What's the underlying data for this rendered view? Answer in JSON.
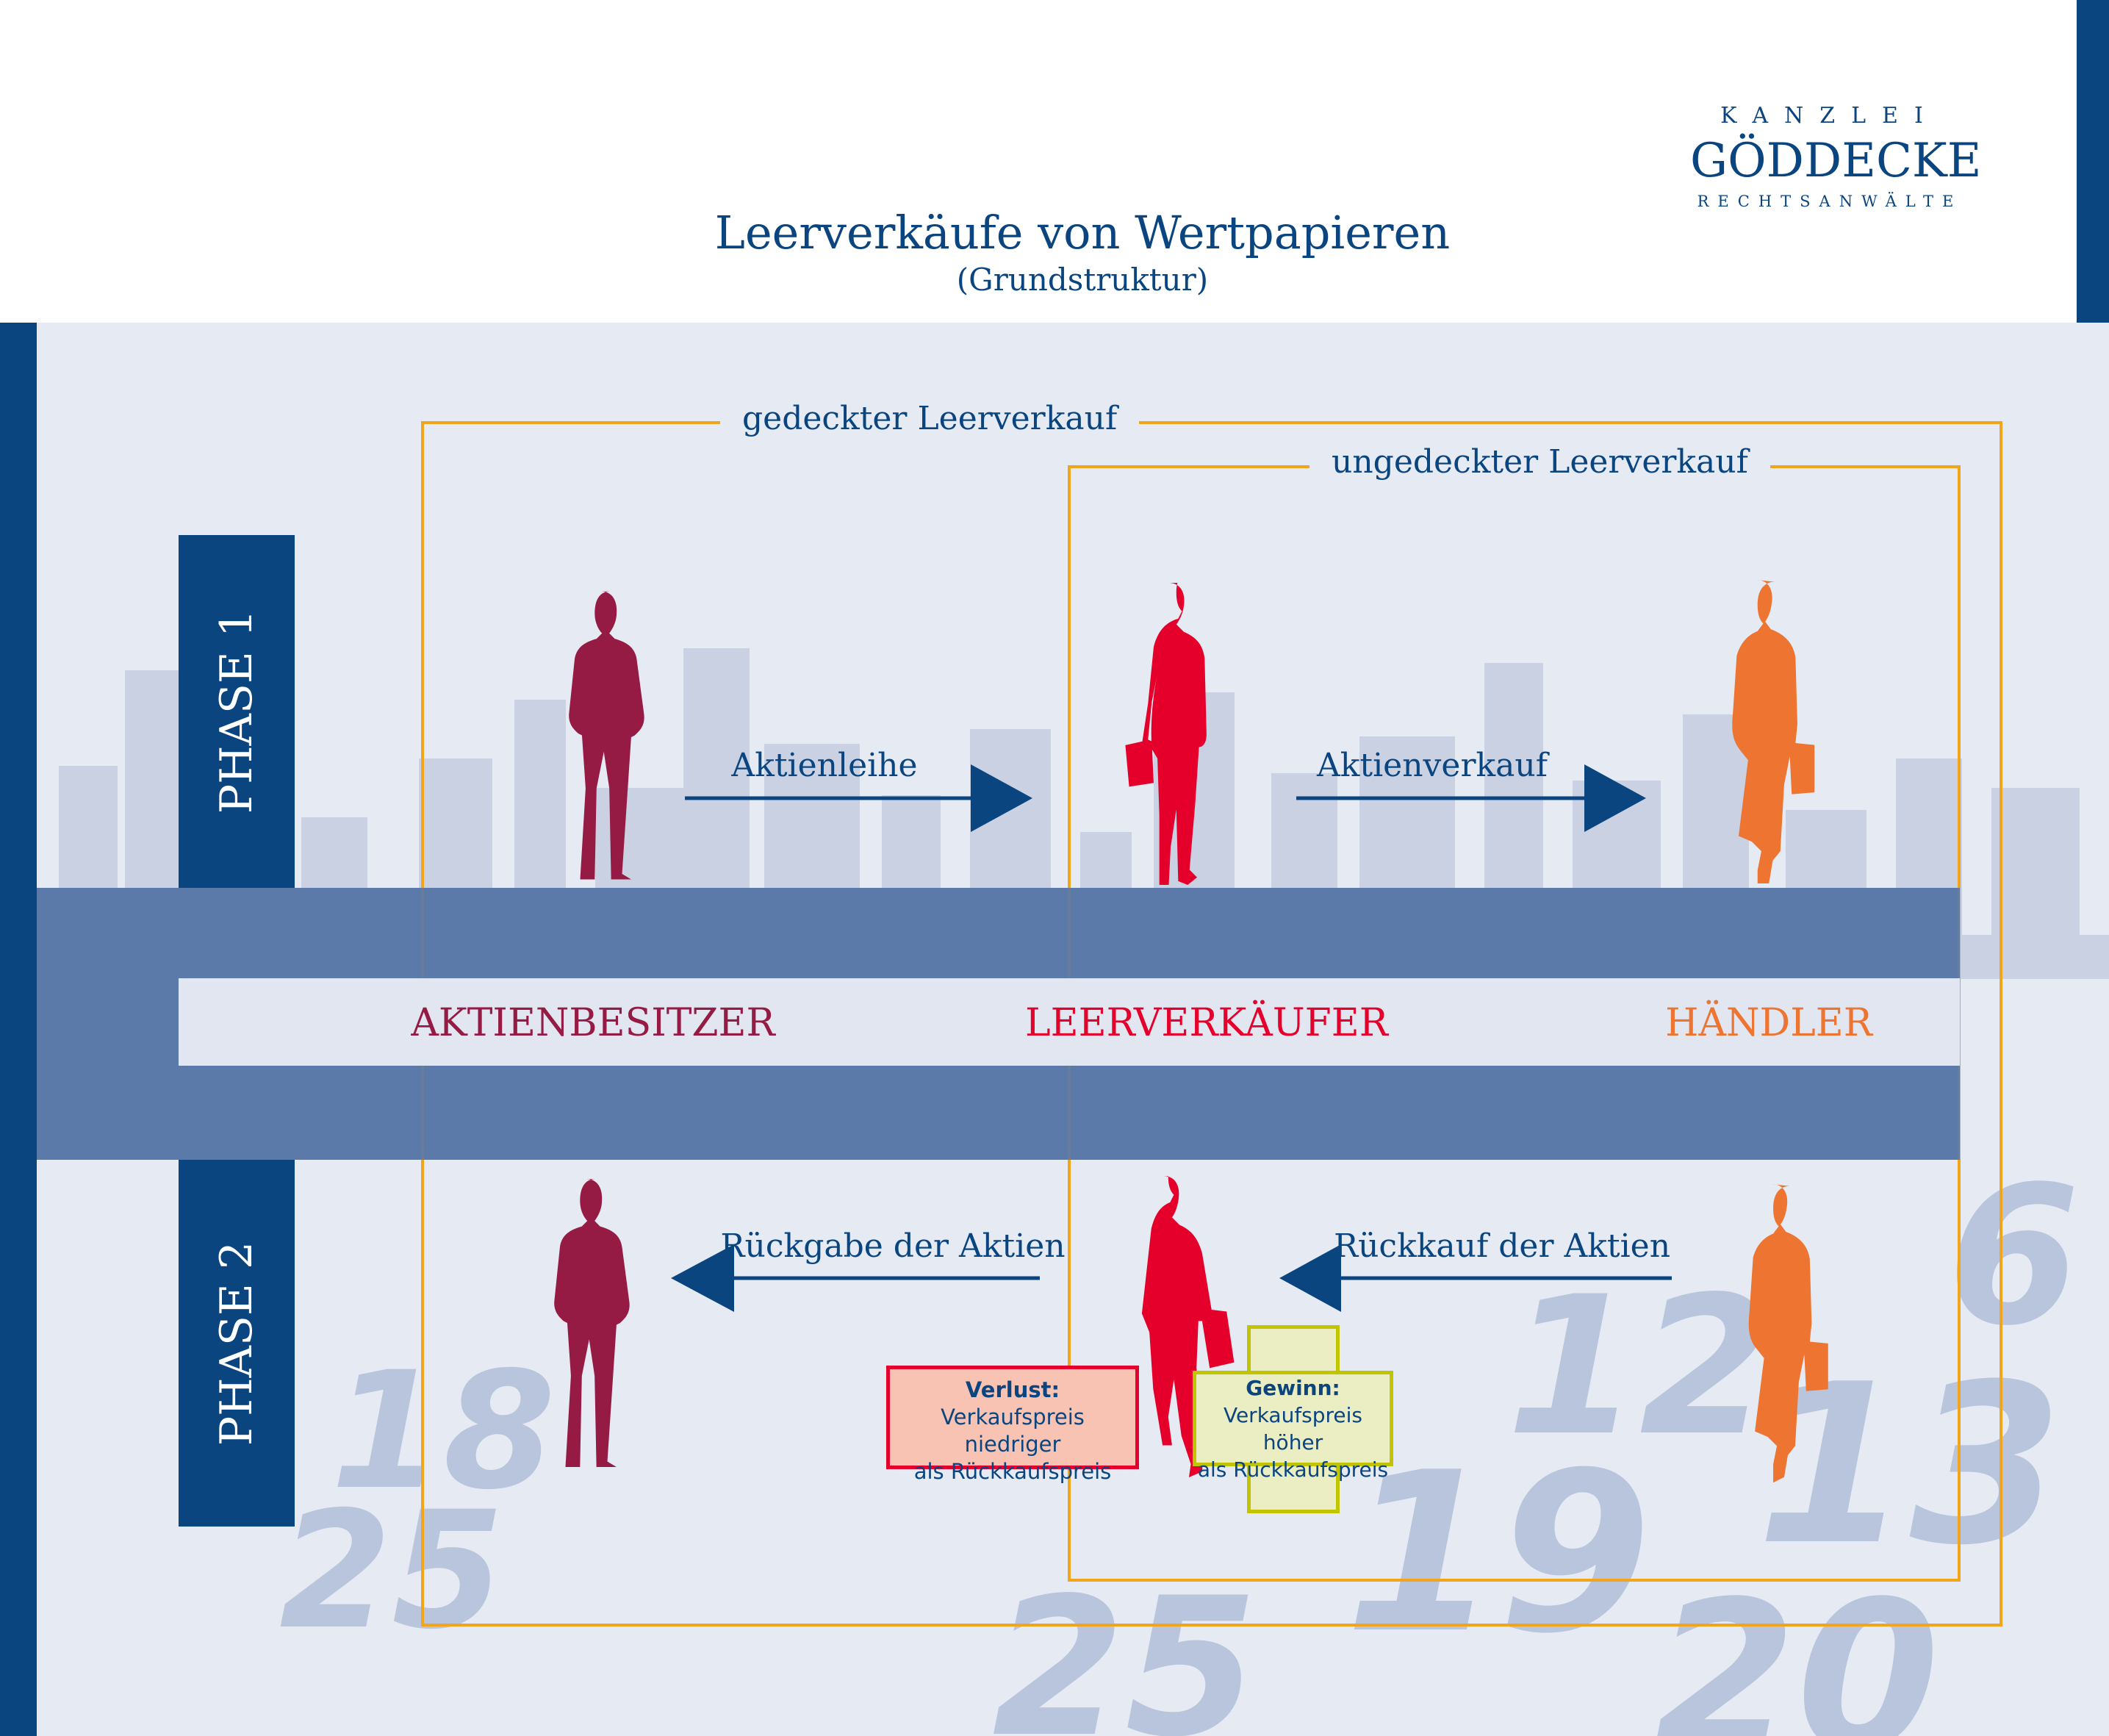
{
  "header": {
    "title": "Leerverkäufe von Wertpapieren",
    "subtitle": "(Grundstruktur)"
  },
  "logo": {
    "line1": "KANZLEI",
    "line2": "GÖDDECKE",
    "line3": "RECHTSANWÄLTE"
  },
  "phases": [
    "PHASE 1",
    "PHASE 2"
  ],
  "frames": {
    "covered": "gedeckter Leerverkauf",
    "uncovered": "ungedeckter Leerverkauf"
  },
  "roles": {
    "owner": "AKTIENBESITZER",
    "short_seller": "LEERVERKÄUFER",
    "dealer": "HÄNDLER"
  },
  "arrows": {
    "lend": "Aktienleihe",
    "sell": "Aktienverkauf",
    "return": "Rückgabe der Aktien",
    "buyback": "Rückkauf der Aktien"
  },
  "outcomes": {
    "loss_title": "Verlust:",
    "loss_line1": "Verkaufspreis niedriger",
    "loss_line2": "als Rückkaufspreis",
    "gain_title": "Gewinn:",
    "gain_line1": "Verkaufspreis höher",
    "gain_line2": "als Rückkaufspreis"
  },
  "colors": {
    "navy": "#0a4580",
    "owner": "#951b45",
    "short_seller": "#e4002b",
    "dealer": "#ee7431",
    "frame": "#f2a51a"
  }
}
